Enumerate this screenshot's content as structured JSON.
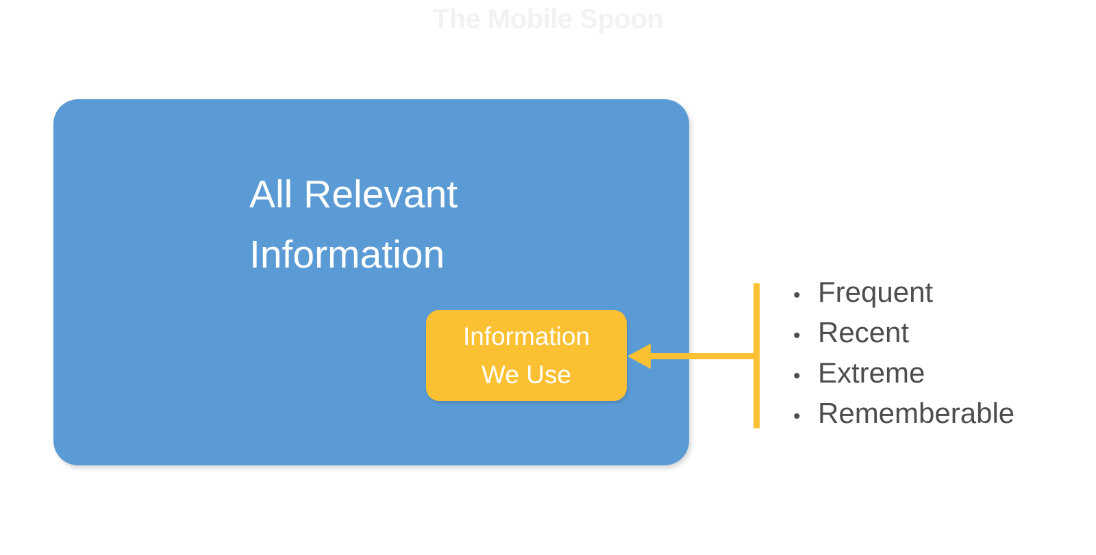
{
  "watermark": {
    "text": "The Mobile Spoon",
    "color": "#f2f2f2"
  },
  "diagram": {
    "title": "All Relevant Information",
    "outer_box": {
      "label": "All Relevant\nInformation",
      "fill_color": "#5b9bd5",
      "text_color": "#ffffff"
    },
    "inner_box": {
      "label": "Information\nWe Use",
      "fill_color": "#fcc133",
      "text_color": "#ffffff"
    },
    "connector": {
      "color": "#fcc133",
      "arrow_direction": "left",
      "icon": "left-arrow-icon",
      "bracket_icon": "vertical-bracket-icon"
    },
    "criteria": {
      "bullet_glyph": "•",
      "text_color": "#4d4d4d",
      "items": [
        {
          "label": "Frequent"
        },
        {
          "label": "Recent"
        },
        {
          "label": "Extreme"
        },
        {
          "label": "Rememberable"
        }
      ]
    }
  },
  "background_color": "#ffffff"
}
